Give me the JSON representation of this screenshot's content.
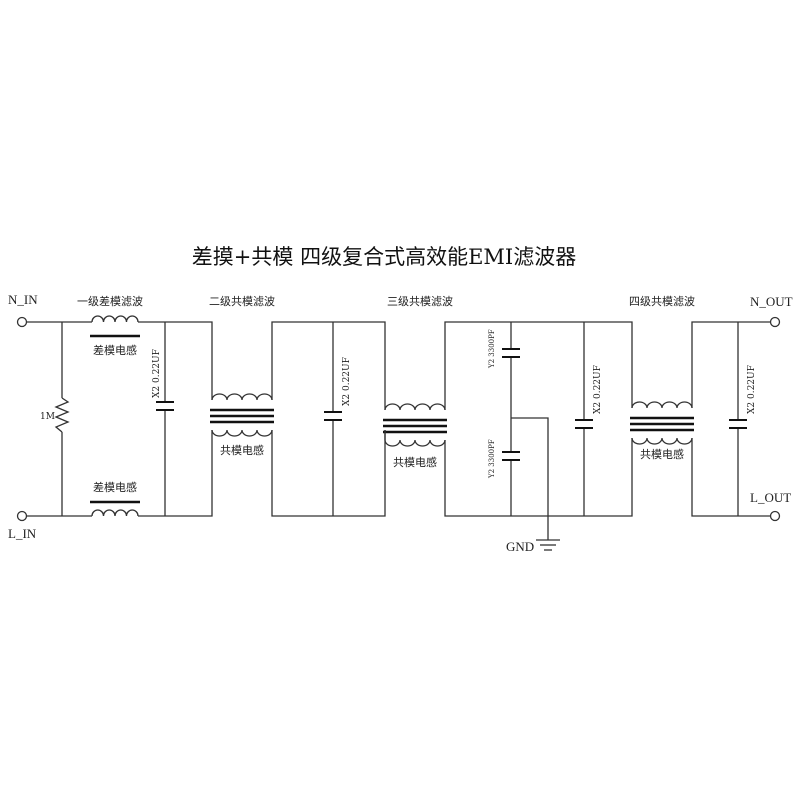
{
  "title": "差摸+共模 四级复合式高效能EMI滤波器",
  "ports": {
    "n_in": "N_IN",
    "l_in": "L_IN",
    "n_out": "N_OUT",
    "l_out": "L_OUT",
    "gnd": "GND"
  },
  "stages": {
    "stage1": "一级差模滤波",
    "stage2": "二级共模滤波",
    "stage3": "三级共模滤波",
    "stage4": "四级共模滤波"
  },
  "components": {
    "dm_inductor_top": "差模电感",
    "dm_inductor_bottom": "差模电感",
    "resistor": "1M",
    "cap_x2": "X2 0.22UF",
    "cap_y2": "Y2 3300PF",
    "cm_inductor": "共模电感"
  }
}
